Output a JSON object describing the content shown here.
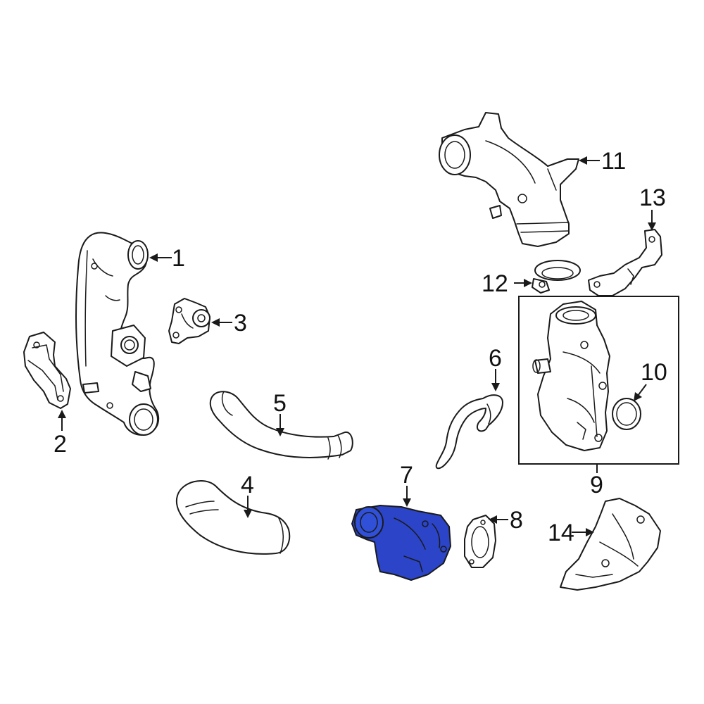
{
  "diagram": {
    "highlight_color": "#2b44c8",
    "line_color": "#1a1a1a",
    "callouts": {
      "c1": "1",
      "c2": "2",
      "c3": "3",
      "c4": "4",
      "c5": "5",
      "c6": "6",
      "c7": "7",
      "c8": "8",
      "c9": "9",
      "c10": "10",
      "c11": "11",
      "c12": "12",
      "c13": "13",
      "c14": "14"
    }
  }
}
